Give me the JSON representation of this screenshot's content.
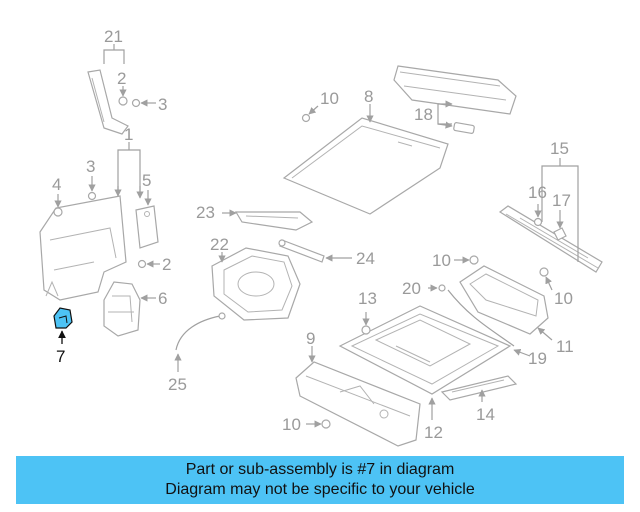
{
  "callouts": [
    "1",
    "2",
    "2",
    "3",
    "3",
    "4",
    "5",
    "6",
    "7",
    "8",
    "9",
    "10",
    "10",
    "10",
    "10",
    "11",
    "12",
    "13",
    "14",
    "15",
    "16",
    "17",
    "18",
    "19",
    "20",
    "21",
    "22",
    "23",
    "24",
    "25"
  ],
  "highlight": {
    "part": "7",
    "color": "#4dc3f5"
  },
  "banner": {
    "line1": "Part or sub-assembly is #7 in diagram",
    "line2": "Diagram may not be specific to your vehicle",
    "color": "#4dc3f5"
  }
}
